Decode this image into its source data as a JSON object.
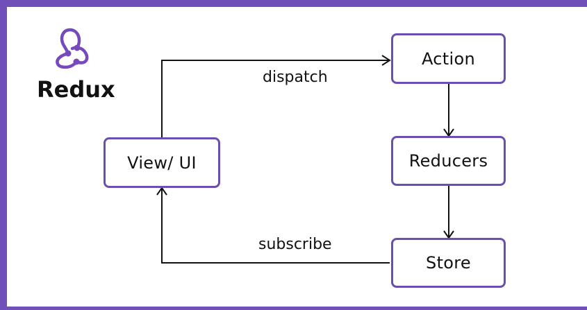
{
  "brand": {
    "name": "Redux",
    "color": "#764abc"
  },
  "nodes": {
    "view": "View/ UI",
    "action": "Action",
    "reducers": "Reducers",
    "store": "Store"
  },
  "edges": {
    "dispatch": "dispatch",
    "subscribe": "subscribe"
  },
  "colors": {
    "frame": "#7050b8",
    "node_border": "#6a4fb0",
    "line": "#111111"
  }
}
